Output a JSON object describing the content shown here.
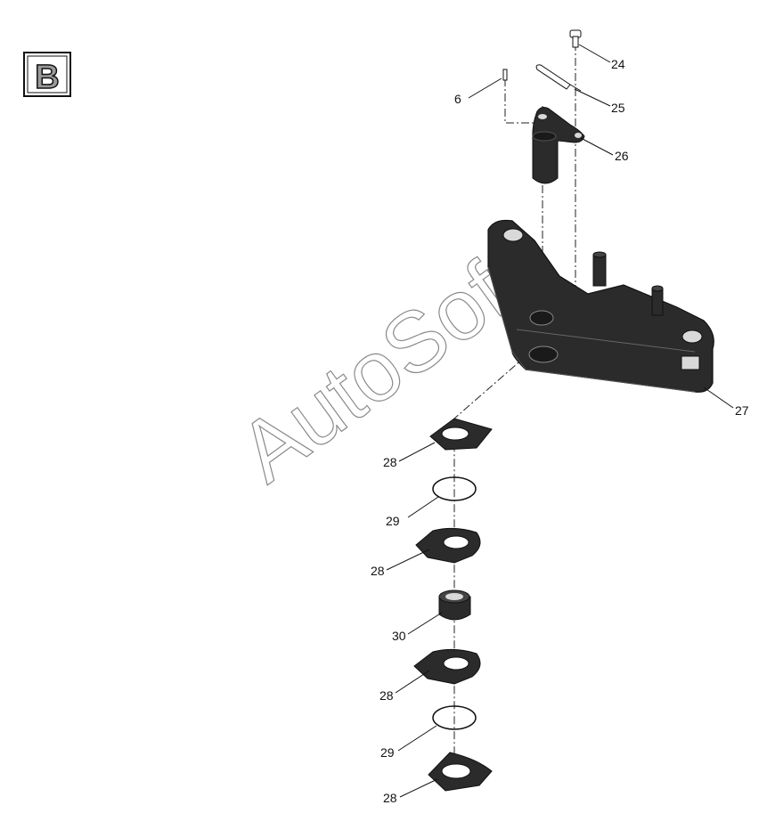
{
  "view_label": "B",
  "watermark": "AutoSoft",
  "callouts": {
    "c6": "6",
    "c24": "24",
    "c25": "25",
    "c26": "26",
    "c27": "27",
    "c28a": "28",
    "c29a": "29",
    "c28b": "28",
    "c30": "30",
    "c28c": "28",
    "c29b": "29",
    "c28d": "28"
  },
  "colors": {
    "part_fill": "#2b2b2b",
    "part_dark": "#1a1a1a",
    "highlight": "#d9d9d9",
    "line": "#111111"
  }
}
